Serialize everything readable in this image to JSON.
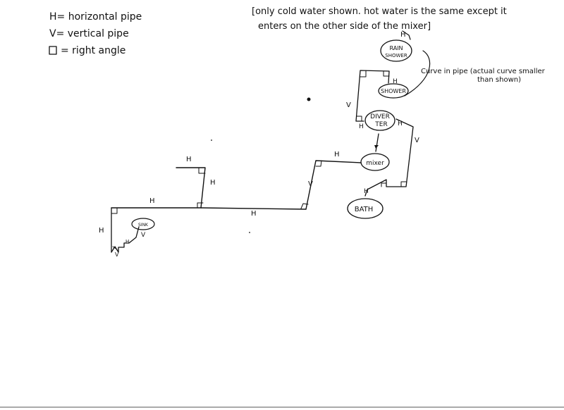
{
  "legend": {
    "h_line": "H= horizontal pipe",
    "v_line": "V= vertical pipe",
    "angle_line": "= right angle"
  },
  "note": {
    "line1": "[only cold water shown. hot water is the same except it",
    "line2": "enters on the other side of the mixer]"
  },
  "curve_note": {
    "line1": "Curve in pipe (actual curve smaller",
    "line2": "than shown)"
  },
  "nodes": {
    "rain_shower_line1": "RAIN",
    "rain_shower_line2": "SHOWER",
    "shower": "SHOWER",
    "diverter_line1": "DIVER",
    "diverter_line2": "TER",
    "mixer": "mixer",
    "bath": "BATH",
    "sink": "SINK"
  },
  "pipe_labels": {
    "h": "H",
    "v": "V"
  }
}
